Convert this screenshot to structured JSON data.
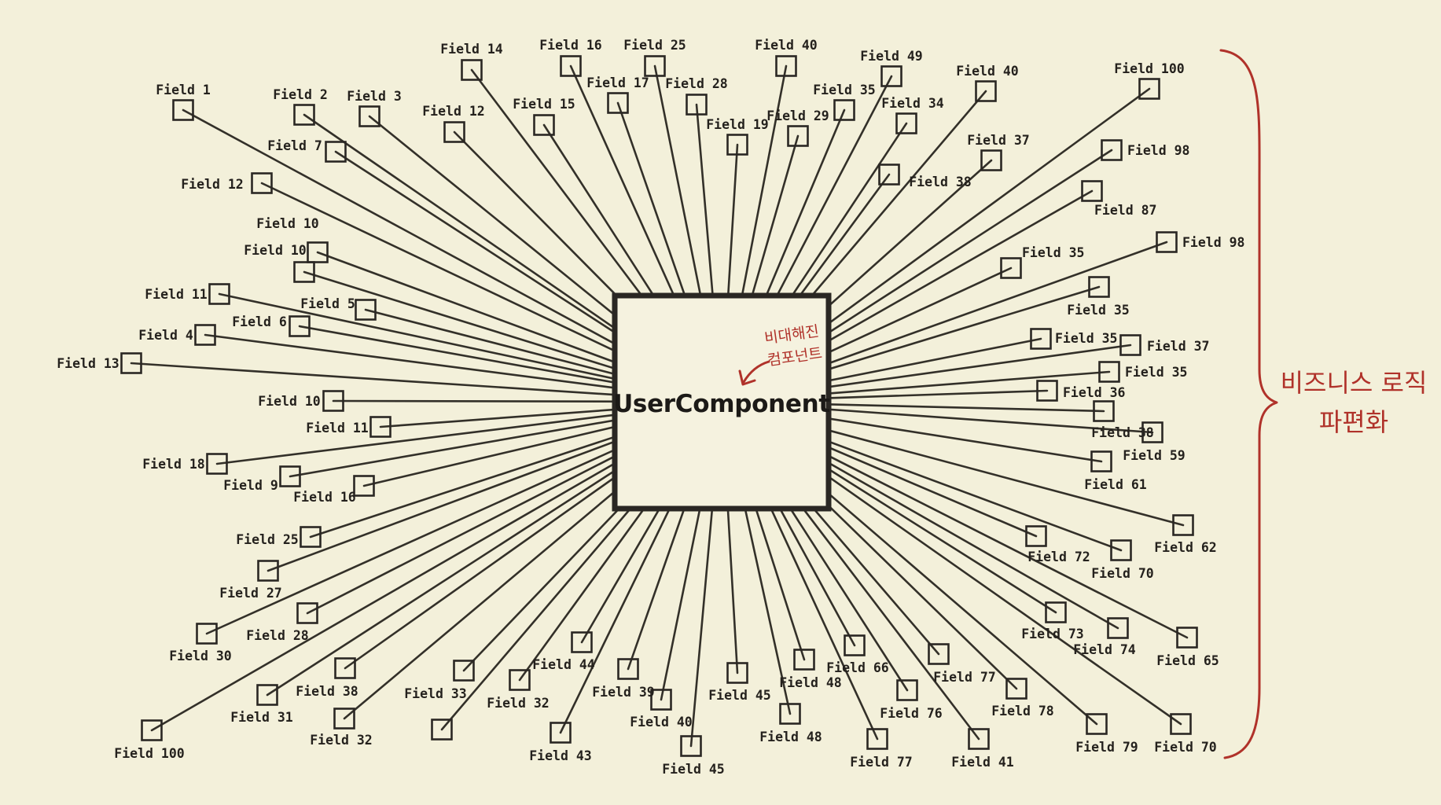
{
  "diagram": {
    "component_label": "UserComponent",
    "note_line1": "비대해진",
    "note_line2": "컴포넌트",
    "side_label_line1": "비즈니스 로직",
    "side_label_line2": "파편화",
    "fields": [
      "Field 1",
      "Field 2",
      "Field 3",
      "Field 7",
      "Field 12",
      "Field 10",
      "Field 10",
      "Field 11",
      "Field 5",
      "Field 6",
      "Field 4",
      "Field 13",
      "Field 10",
      "Field 11",
      "Field 18",
      "Field 9",
      "Field 16",
      "Field 25",
      "Field 27",
      "Field 28",
      "Field 30",
      "Field 38",
      "Field 31",
      "Field 32",
      "Field 100",
      "Field 14",
      "Field 16",
      "Field 25",
      "Field 40",
      "Field 17",
      "Field 28",
      "Field 12",
      "Field 15",
      "Field 19",
      "Field 29",
      "Field 49",
      "Field 35",
      "Field 34",
      "Field 40",
      "Field 37",
      "Field 38",
      "Field 100",
      "Field 98",
      "Field 87",
      "Field 35",
      "Field 98",
      "Field 35",
      "Field 35",
      "Field 37",
      "Field 35",
      "Field 36",
      "Field 38",
      "Field 59",
      "Field 61",
      "Field 72",
      "Field 70",
      "Field 62",
      "Field 73",
      "Field 74",
      "Field 65",
      "Field 66",
      "Field 77",
      "Field 76",
      "Field 78",
      "Field 79",
      "Field 70",
      "Field 77",
      "Field 41",
      "Field 48",
      "Field 48",
      "Field 45",
      "Field 45",
      "Field 40",
      "Field 39",
      "Field 44",
      "Field 43",
      "Field 32",
      "Field 33"
    ]
  },
  "colors": {
    "background": "#f3f0da",
    "ink": "#2a2723",
    "annotation": "#b0322a"
  }
}
